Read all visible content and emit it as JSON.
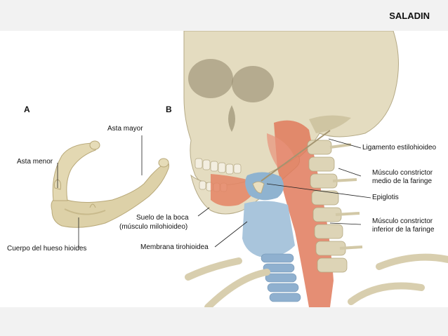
{
  "header": {
    "brand": "SALADIN"
  },
  "figure": {
    "panel_a": {
      "letter": "A",
      "labels": {
        "asta_mayor": "Asta mayor",
        "asta_menor": "Asta menor",
        "cuerpo": "Cuerpo del hueso hioides"
      }
    },
    "panel_b": {
      "letter": "B",
      "labels": {
        "ligamento": "Ligamento estilohioideo",
        "constrictor_medio_1": "Músculo constrictor",
        "constrictor_medio_2": "medio de la faringe",
        "epiglotis": "Epiglotis",
        "constrictor_inferior_1": "Músculo constrictor",
        "constrictor_inferior_2": "inferior de la faringe",
        "suelo_1": "Suelo de la boca",
        "suelo_2": "(músculo milohioideo)",
        "membrana": "Membrana tirohioidea"
      }
    }
  }
}
